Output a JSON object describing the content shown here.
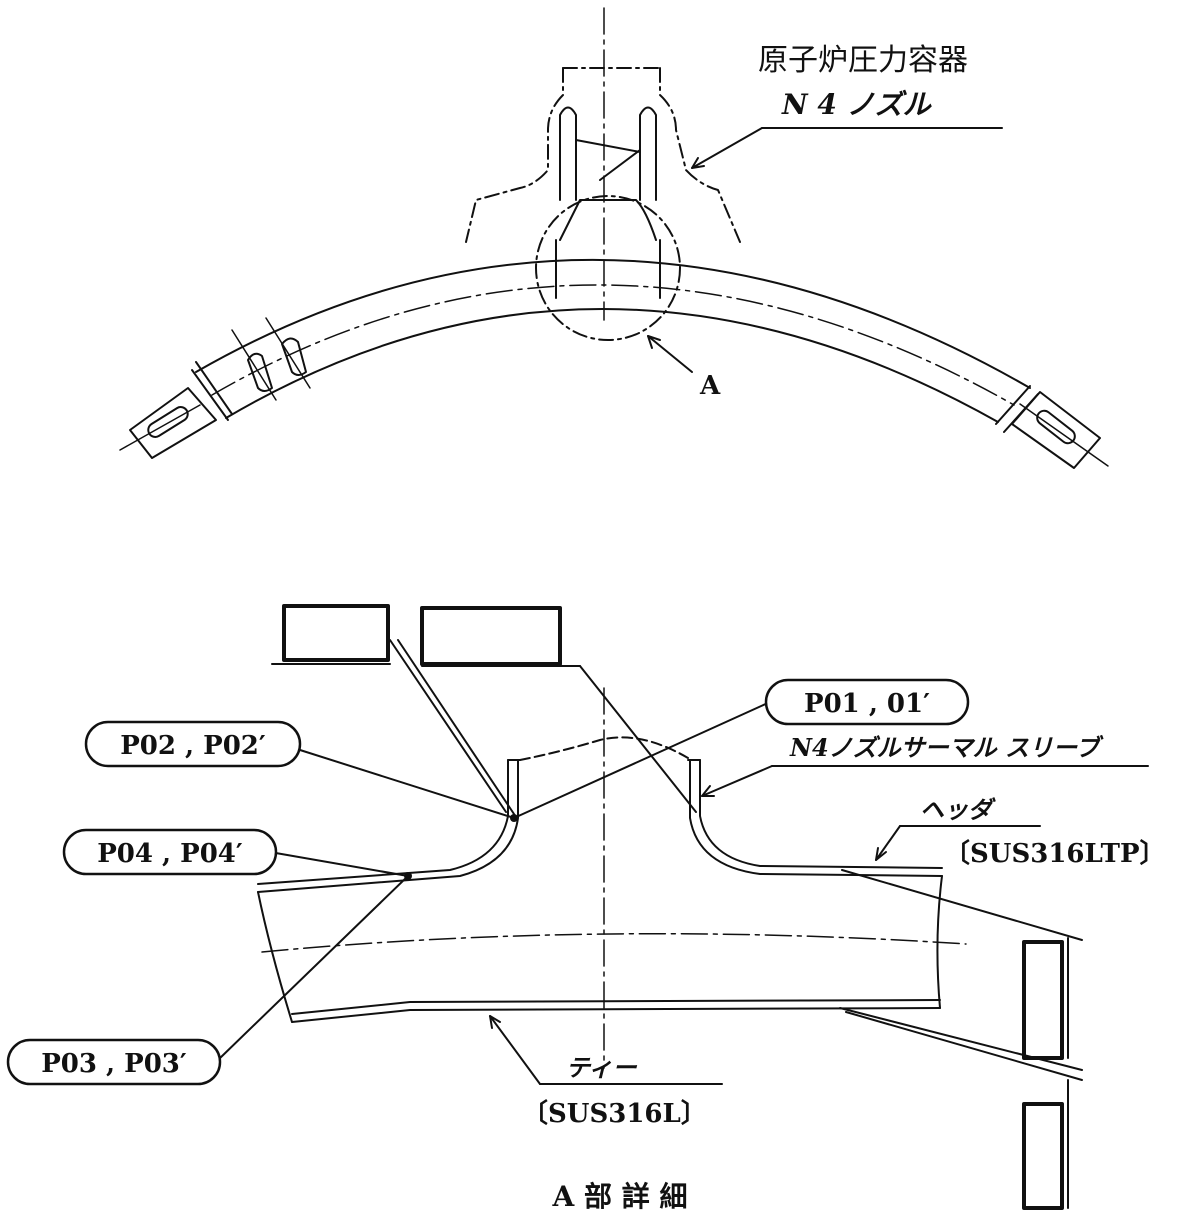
{
  "labels": {
    "vessel_line1": "原子炉圧力容器",
    "vessel_line2": "N 4 ノズル",
    "detail_marker": "A",
    "p01": "P01 , 01′",
    "p02": "P02 , P02′",
    "p04": "P04 , P04′",
    "p03": "P03 , P03′",
    "sleeve": "N4ノズルサーマル スリーブ",
    "header": "ヘッダ",
    "header_material": "〔SUS316LTP〕",
    "tee": "ティー",
    "tee_material": "〔SUS316L〕",
    "detail_caption": "A 部 詳 細"
  }
}
